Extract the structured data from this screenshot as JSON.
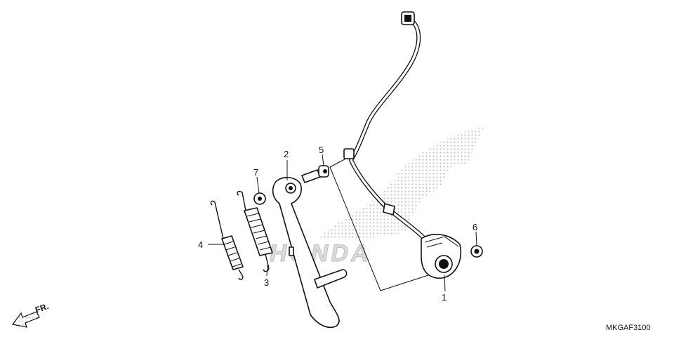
{
  "diagram": {
    "watermark": "HONDA",
    "catalog_code": "MKGAF3100",
    "front_indicator": "FR.",
    "callouts": [
      {
        "id": "1",
        "label": "1"
      },
      {
        "id": "2",
        "label": "2"
      },
      {
        "id": "3",
        "label": "3"
      },
      {
        "id": "4",
        "label": "4"
      },
      {
        "id": "5",
        "label": "5"
      },
      {
        "id": "6",
        "label": "6"
      },
      {
        "id": "7",
        "label": "7"
      }
    ]
  }
}
